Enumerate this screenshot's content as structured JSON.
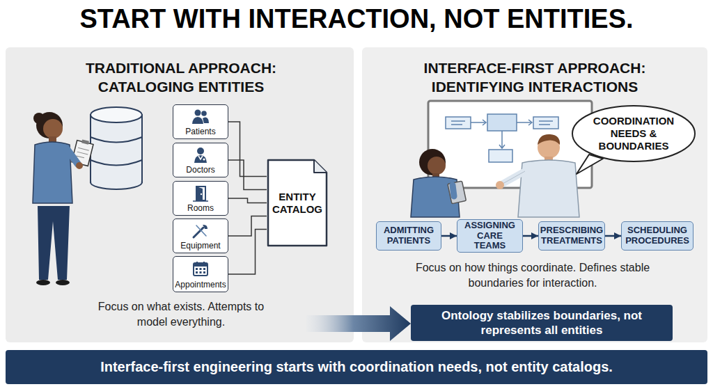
{
  "diagram": {
    "title": "START WITH INTERACTION, NOT ENTITIES.",
    "caption": "Interface-first engineering starts with coordination needs, not entity catalogs.",
    "nodes": [
      {
        "text": [
          "TRADITIONAL APPROACH: CATALOGING ENTITIES",
          "Focus on what exists. Attempts to model everything."
        ]
      },
      {
        "text": [
          "Patients"
        ],
        "in": 0
      },
      {
        "text": [
          "Doctors"
        ],
        "in": 0
      },
      {
        "text": [
          "Rooms"
        ],
        "in": 0
      },
      {
        "text": [
          "Equipment"
        ],
        "in": 0
      },
      {
        "text": [
          "Appointments"
        ],
        "in": 0
      },
      {
        "text": [
          "ENTITY CATALOG"
        ],
        "in": 0
      },
      {
        "text": [
          "INTERFACE-FIRST APPROACH: IDENTIFYING INTERACTIONS",
          "Focus on how things coordinate. Defines stable boundaries for interaction."
        ]
      },
      {
        "text": [
          "COORDINATION NEEDS & BOUNDARIES"
        ],
        "in": 7
      },
      {
        "text": [
          "ADMITTING PATIENTS"
        ],
        "in": 7
      },
      {
        "text": [
          "ASSIGNING CARE TEAMS"
        ],
        "in": 7
      },
      {
        "text": [
          "PRESCRIBING TREATMENTS"
        ],
        "in": 7
      },
      {
        "text": [
          "SCHEDULING PROCEDURES"
        ],
        "in": 7
      },
      {
        "text": [
          "Ontology stabilizes boundaries, not represents all entities"
        ],
        "in": 7
      }
    ],
    "edges": [
      {
        "from": 1,
        "to": 6,
        "arrow": "none"
      },
      {
        "from": 2,
        "to": 6,
        "arrow": "none"
      },
      {
        "from": 3,
        "to": 6,
        "arrow": "none"
      },
      {
        "from": 4,
        "to": 6,
        "arrow": "none"
      },
      {
        "from": 5,
        "to": 6,
        "arrow": "none"
      },
      {
        "from": 9,
        "to": 10,
        "arrow": "to"
      },
      {
        "from": 10,
        "to": 11,
        "arrow": "to"
      },
      {
        "from": 11,
        "to": 12,
        "arrow": "to"
      }
    ]
  }
}
